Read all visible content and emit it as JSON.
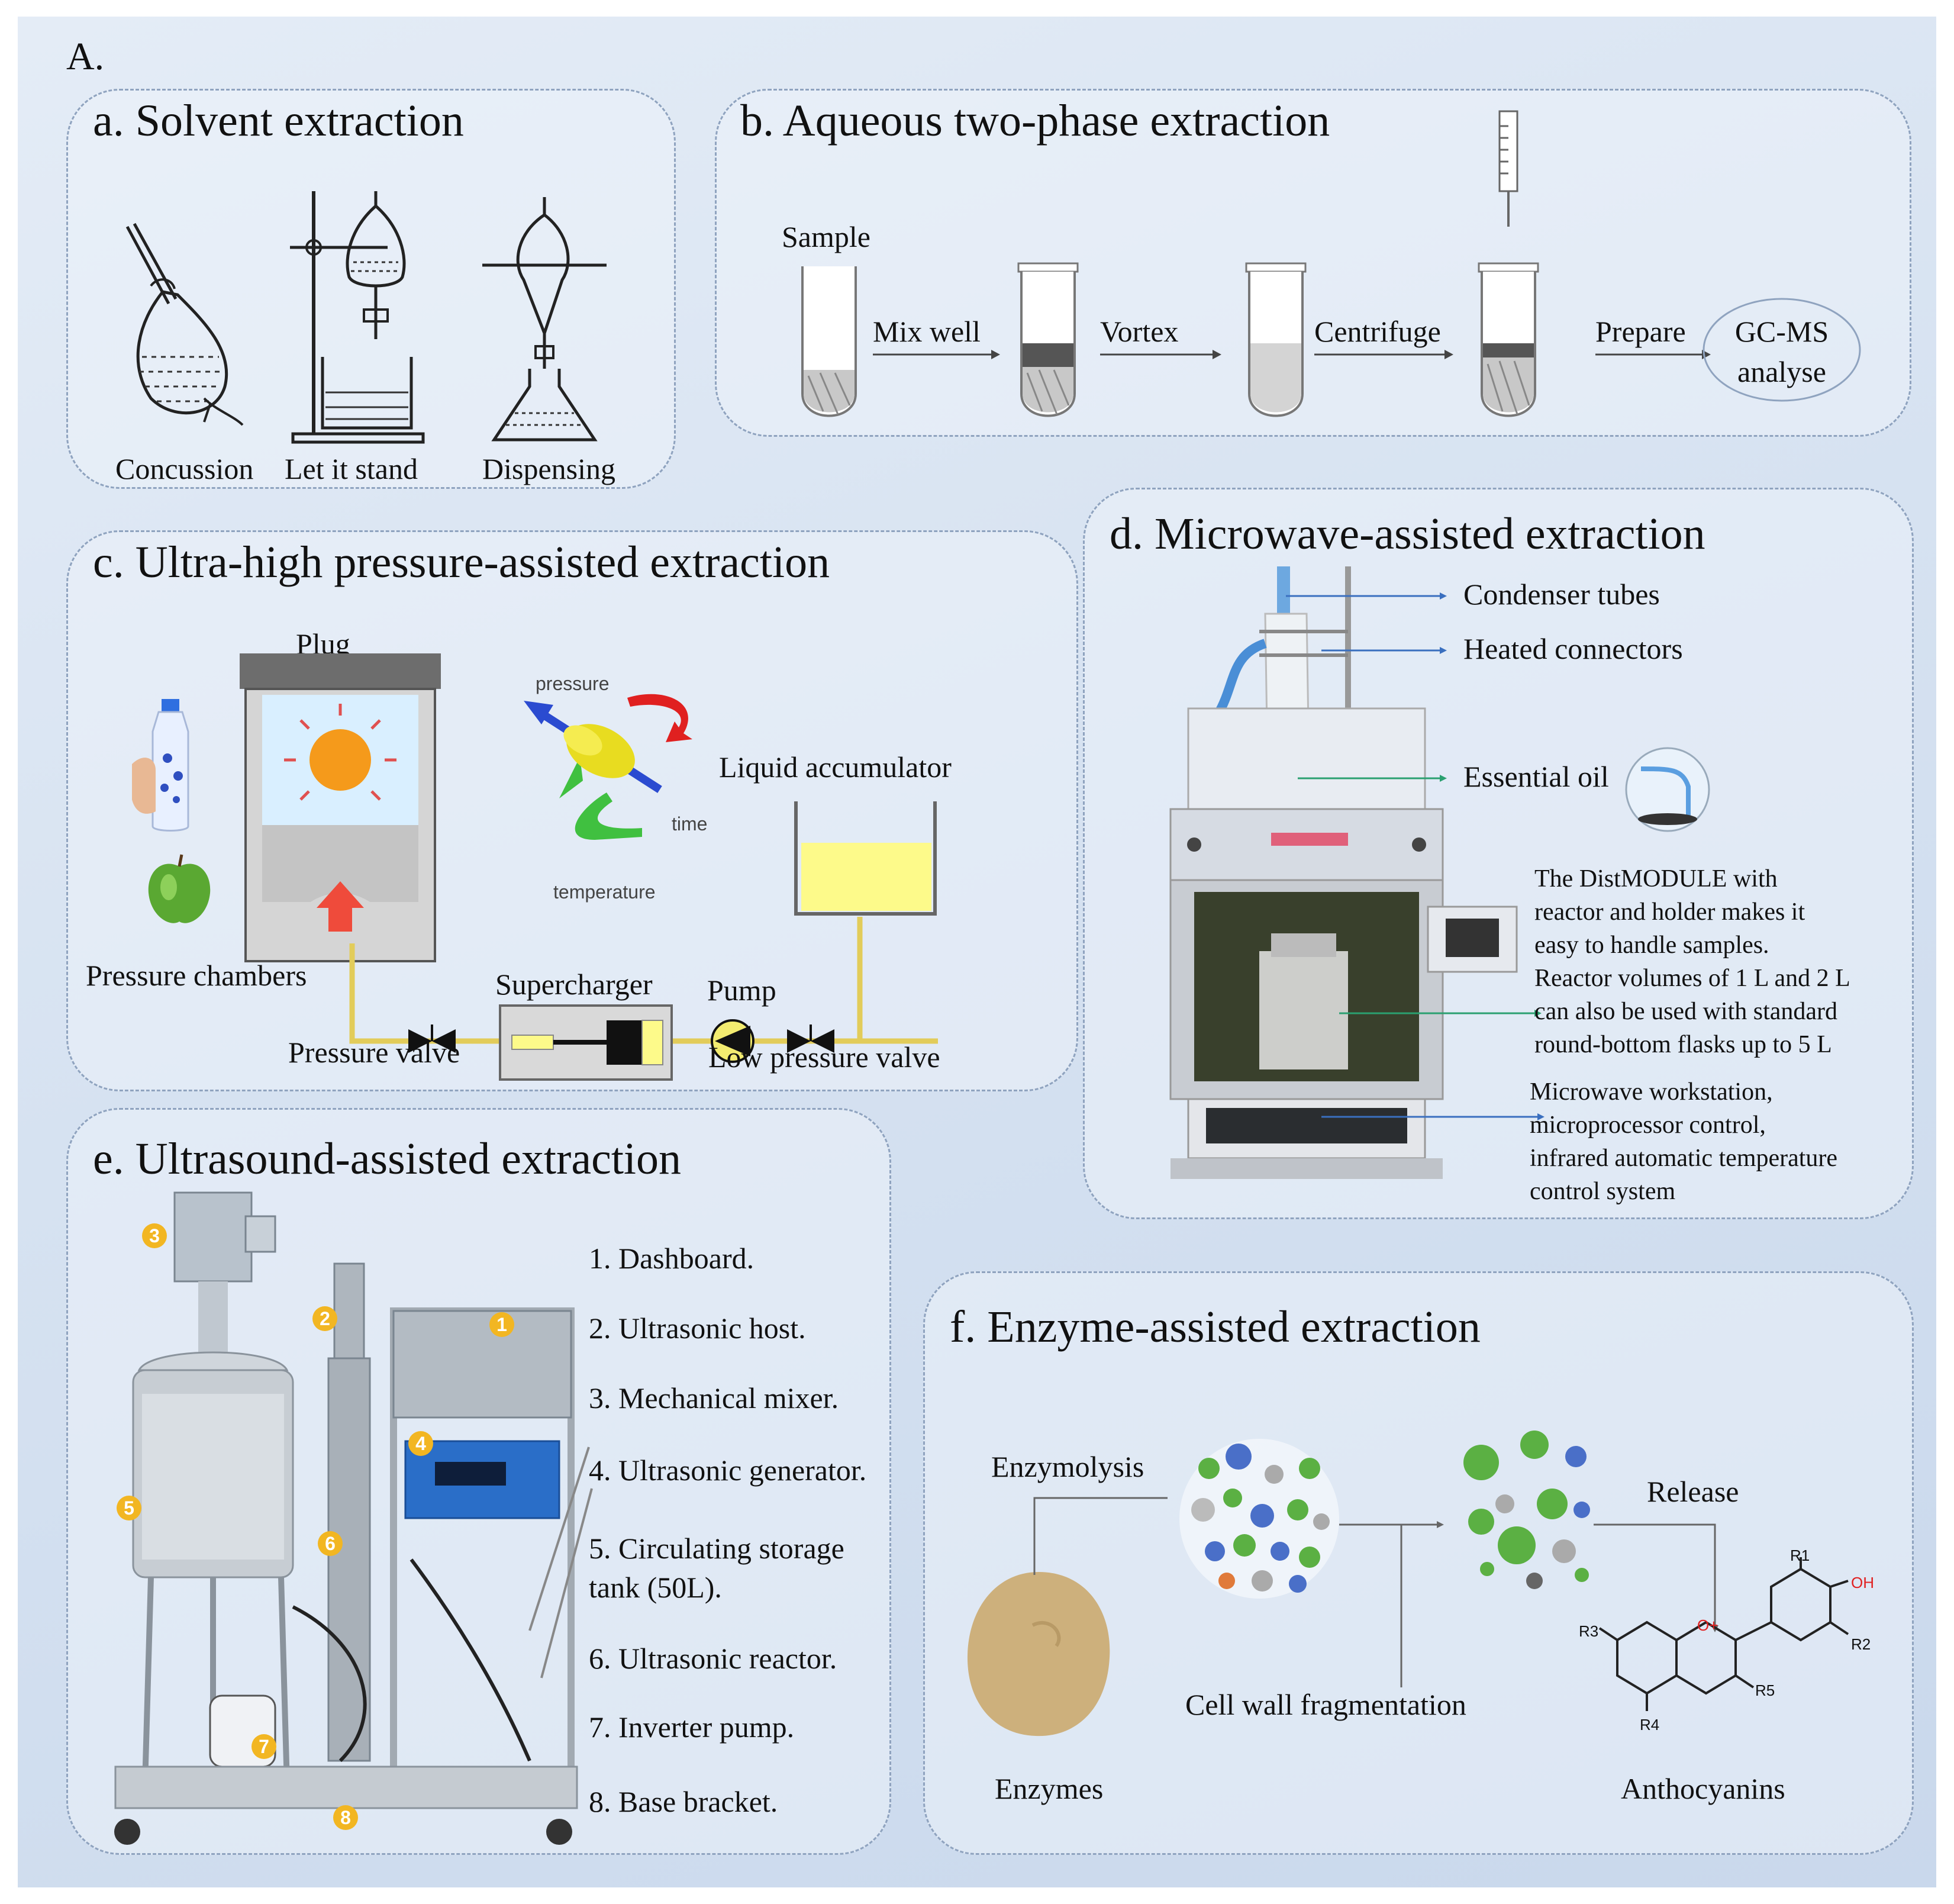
{
  "figure_label": "A.",
  "panels": {
    "a": {
      "title": "a. Solvent extraction",
      "labels": [
        "Concussion",
        "Let it stand",
        "Dispensing"
      ]
    },
    "b": {
      "title": "b. Aqueous two-phase extraction",
      "sample": "Sample",
      "steps": [
        "Mix well",
        "Vortex",
        "Centrifuge",
        "Prepare"
      ],
      "result_line1": "GC-MS",
      "result_line2": "analyse"
    },
    "c": {
      "title": "c. Ultra-high pressure-assisted extraction",
      "plug": "Plug",
      "pressure": "pressure",
      "time": "time",
      "temperature": "temperature",
      "liquid_accumulator": "Liquid accumulator",
      "pressure_chambers": "Pressure chambers",
      "supercharger": "Supercharger",
      "pump": "Pump",
      "pressure_valve": "Pressure valve",
      "low_pressure_valve": "Low pressure valve"
    },
    "d": {
      "title": "d. Microwave-assisted extraction",
      "condenser": "Condenser tubes",
      "connectors": "Heated connectors",
      "essential_oil": "Essential oil",
      "distmodule": [
        "The DistMODULE with",
        "reactor and holder makes it",
        "easy to handle samples.",
        "Reactor volumes of 1 L and 2 L",
        "can also be used with standard",
        "round-bottom flasks up to 5 L"
      ],
      "workstation": [
        "Microwave workstation,",
        "microprocessor control,",
        "infrared automatic temperature",
        "control system"
      ]
    },
    "e": {
      "title": "e. Ultrasound-assisted extraction",
      "items": [
        "1. Dashboard.",
        "2. Ultrasonic host.",
        "3. Mechanical mixer.",
        "4. Ultrasonic generator.",
        "5. Circulating storage",
        "tank (50L).",
        "6. Ultrasonic reactor.",
        "7. Inverter pump.",
        "8. Base bracket."
      ],
      "markers": [
        "1",
        "2",
        "3",
        "4",
        "5",
        "6",
        "7",
        "8"
      ]
    },
    "f": {
      "title": "f. Enzyme-assisted extraction",
      "enzymolysis": "Enzymolysis",
      "release": "Release",
      "fragmentation": "Cell wall fragmentation",
      "enzymes": "Enzymes",
      "anthocyanins": "Anthocyanins",
      "chem": {
        "r1": "R1",
        "oh": "OH",
        "r3": "R3",
        "r2": "R2",
        "r5": "R5",
        "r4": "R4",
        "o": "O+"
      }
    }
  },
  "colors": {
    "panel_border": "#8fa3bf",
    "background": "#d6e2f1",
    "marker": "#f2b622",
    "accumulator_liquid": "#fdfa8a"
  }
}
